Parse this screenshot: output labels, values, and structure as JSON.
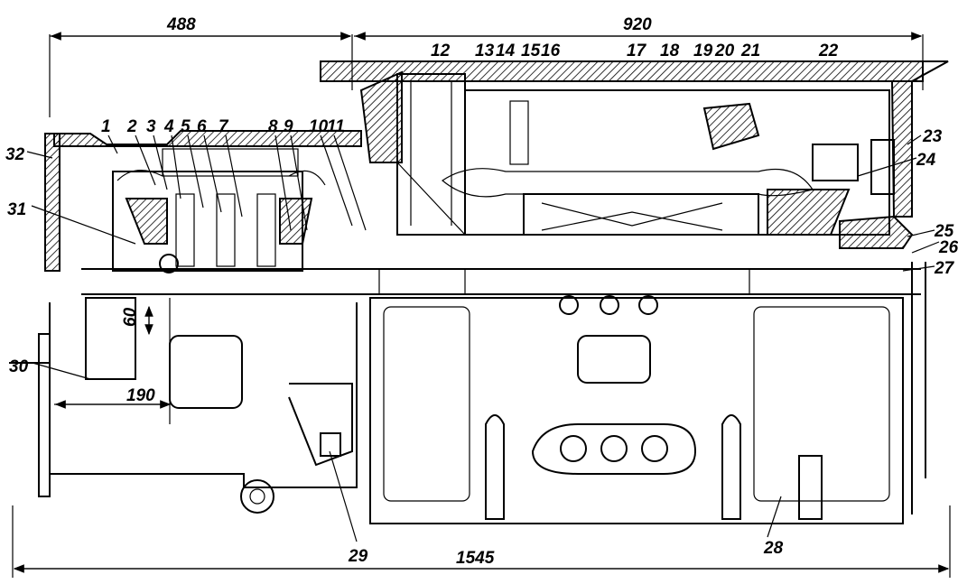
{
  "dimensions": {
    "d488": "488",
    "d920": "920",
    "d1545": "1545",
    "d190": "190",
    "d60": "60"
  },
  "callouts": [
    "1",
    "2",
    "3",
    "4",
    "5",
    "6",
    "7",
    "8",
    "9",
    "10",
    "11",
    "12",
    "13",
    "14",
    "15",
    "16",
    "17",
    "18",
    "19",
    "20",
    "21",
    "22",
    "23",
    "24",
    "25",
    "26",
    "27",
    "28",
    "29",
    "30",
    "31",
    "32"
  ]
}
